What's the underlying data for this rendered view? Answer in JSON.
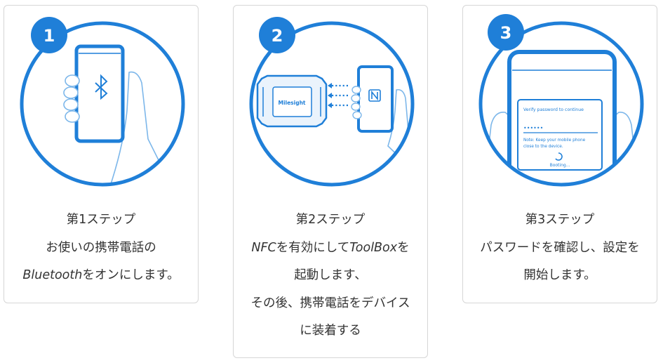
{
  "colors": {
    "accent": "#1f7fd8",
    "border": "#d6d6d6",
    "text": "#333333"
  },
  "steps": [
    {
      "number": "1",
      "title": "第1ステップ",
      "line2": "お使いの携帯電話の",
      "line3_italic": "Bluetooth",
      "line3_rest": "をオンにします。",
      "icon": "bluetooth-icon"
    },
    {
      "number": "2",
      "title": "第2ステップ",
      "line2_italic_a": "NFC",
      "line2_mid": "を有効にして",
      "line2_italic_b": "ToolBox",
      "line2_end": "を",
      "line3": "起動します、",
      "line4": "その後、携帯電話をデバイス",
      "line5": "に装着する",
      "device_brand": "Milesight",
      "icon": "nfc-icon"
    },
    {
      "number": "3",
      "title": "第3ステップ",
      "line2": "パスワードを確認し、設定を",
      "line3": "開始します。",
      "phone_screen": {
        "prompt": "Verify password to continue",
        "password_mask": "••••••",
        "note_line1": "Note: Keep your mobile phone",
        "note_line2": "close to the device.",
        "status": "Booting..."
      }
    }
  ]
}
